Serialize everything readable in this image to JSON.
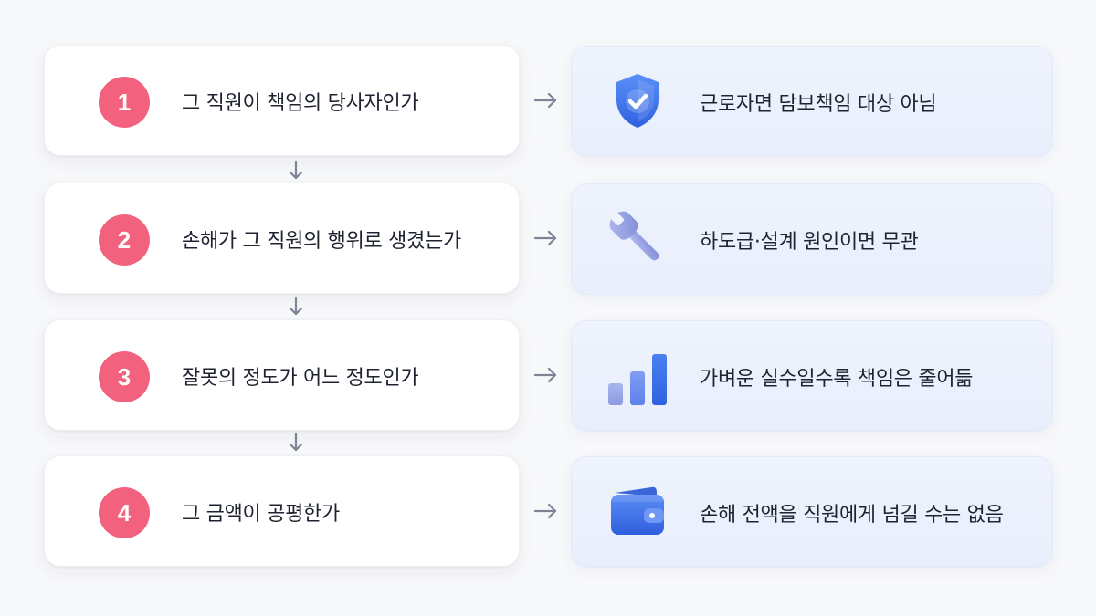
{
  "steps": [
    {
      "number": "1",
      "question": "그 직원이 책임의 당사자인가",
      "answer": "근로자면 담보책임 대상 아님",
      "icon": "shield-check-icon"
    },
    {
      "number": "2",
      "question": "손해가 그 직원의 행위로 생겼는가",
      "answer": "하도급·설계 원인이면 무관",
      "icon": "wrench-icon"
    },
    {
      "number": "3",
      "question": "잘못의 정도가 어느 정도인가",
      "answer": "가벼운 실수일수록 책임은 줄어듦",
      "icon": "bar-chart-icon"
    },
    {
      "number": "4",
      "question": "그 금액이 공평한가",
      "answer": "손해 전액을 직원에게 넘길 수는 없음",
      "icon": "wallet-icon"
    }
  ],
  "colors": {
    "badge": "#f2617d",
    "arrow": "#7c8496",
    "icon_blue": "#3f74ee",
    "icon_lavender": "#9aa6e6"
  }
}
